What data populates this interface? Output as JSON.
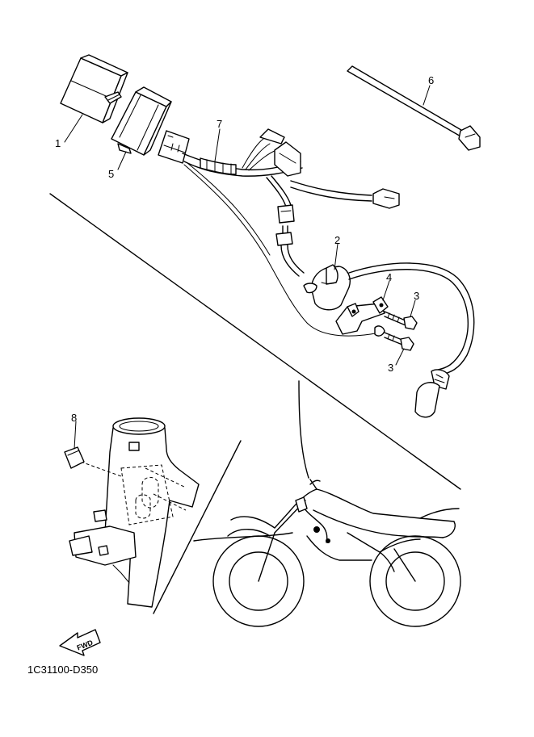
{
  "callouts": {
    "c1": "1",
    "c2": "2",
    "c3a": "3",
    "c3b": "3",
    "c4": "4",
    "c5": "5",
    "c6": "6",
    "c7": "7",
    "c8": "8"
  },
  "fwd_label": "FWD",
  "diagram_code": "1C31100-D350",
  "colors": {
    "ink": "#000000",
    "paper": "#ffffff"
  }
}
